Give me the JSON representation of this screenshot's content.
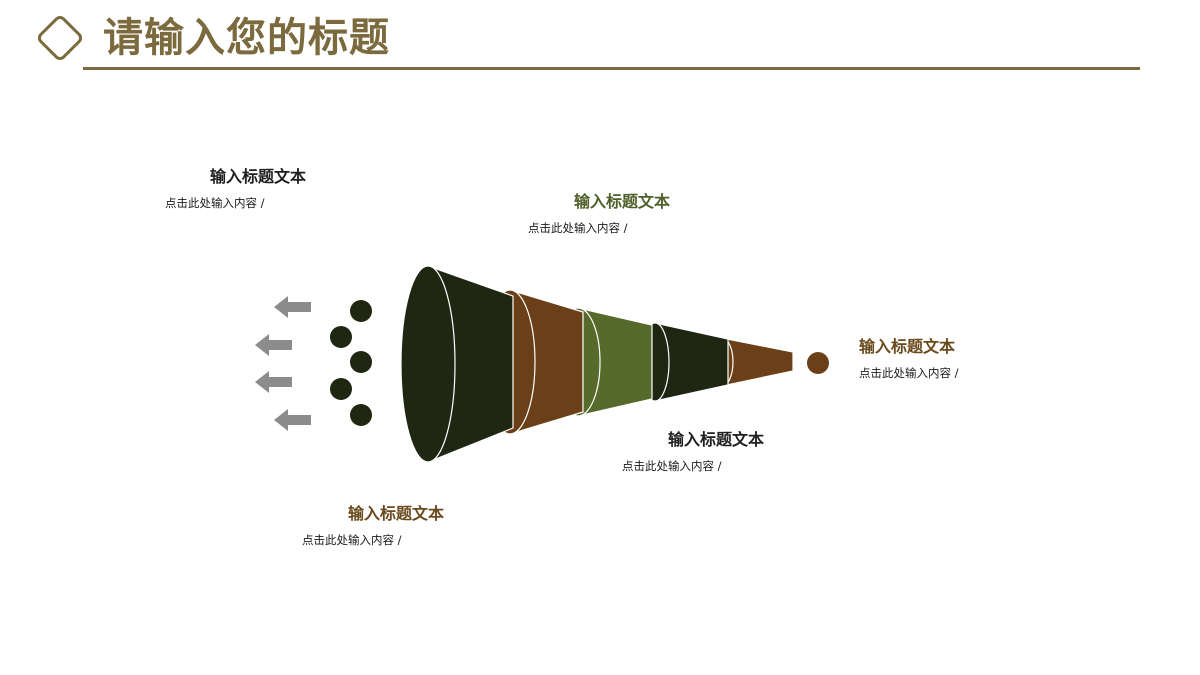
{
  "header": {
    "title": "请输入您的标题",
    "accent_color": "#7b6a3d"
  },
  "labels": [
    {
      "title": "输入标题文本",
      "desc": "点击此处输入内容 /",
      "color": "#1f1f1f"
    },
    {
      "title": "输入标题文本",
      "desc": "点击此处输入内容 /",
      "color": "#4f5f2a"
    },
    {
      "title": "输入标题文本",
      "desc": "点击此处输入内容 /",
      "color": "#6a4a1c"
    },
    {
      "title": "输入标题文本",
      "desc": "点击此处输入内容 /",
      "color": "#1f1f1f"
    },
    {
      "title": "输入标题文本",
      "desc": "点击此处输入内容 /",
      "color": "#6a4a1c"
    }
  ],
  "funnel": {
    "segment_colors": [
      "#1f2612",
      "#6b3f17",
      "#566b2b",
      "#1f2612",
      "#6b3f17"
    ],
    "dot_color": "#1f2612",
    "end_dot_color": "#6b3f17",
    "arrow_color": "#8c8c8c",
    "icons": [
      "left-arrow-icon",
      "dot-icon",
      "funnel-icon",
      "circle-end-icon"
    ]
  }
}
